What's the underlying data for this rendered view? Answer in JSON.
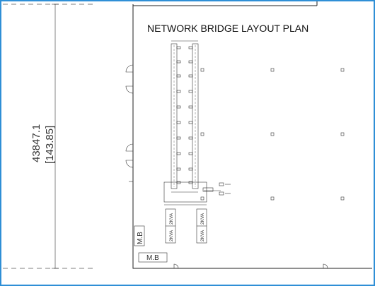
{
  "plan": {
    "title": "NETWORK BRIDGE LAYOUT PLAN",
    "dimension_main": "43847.1",
    "dimension_alt": "[143.85]",
    "mb_labels": [
      "M.B",
      "M.B"
    ],
    "kva_labels": [
      "2KVA",
      "2KVA",
      "2KVA",
      "2KVA"
    ]
  },
  "colors": {
    "frame_border": "#2f8fd6",
    "line": "#222222",
    "background": "#ffffff"
  }
}
